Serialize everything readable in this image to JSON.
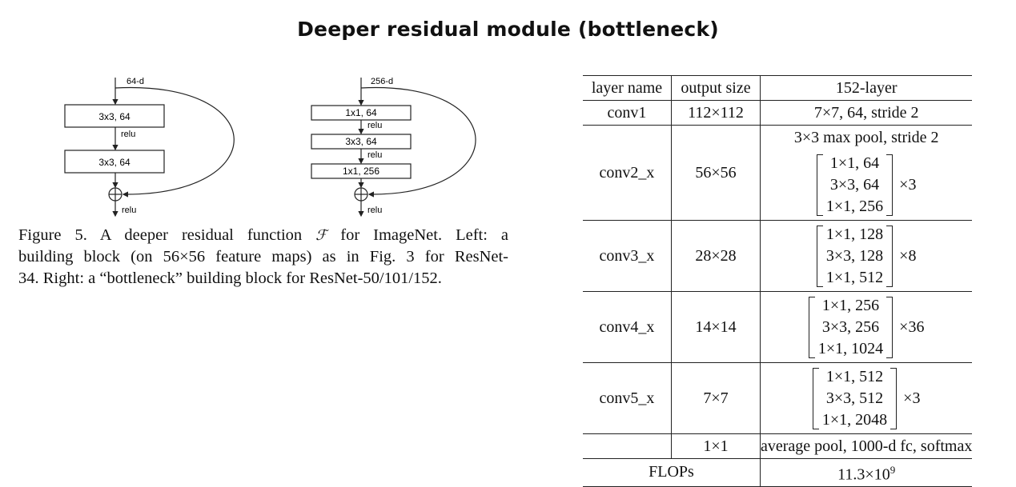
{
  "title": "Deeper residual module (bottleneck)",
  "left_block": {
    "input_label": "64-d",
    "layers": [
      "3x3, 64",
      "3x3, 64"
    ],
    "relu_label": "relu"
  },
  "right_block": {
    "input_label": "256-d",
    "layers": [
      "1x1, 64",
      "3x3, 64",
      "1x1, 256"
    ],
    "relu_label": "relu"
  },
  "caption": {
    "line1_a": "Figure 5. A deeper residual function",
    "line1_f": "ℱ",
    "line1_b": "for ImageNet.  Left: a",
    "line2": "building block (on 56×56 feature maps) as in Fig. 3 for ResNet-",
    "line3": "34. Right: a “bottleneck” building block for ResNet-50/101/152."
  },
  "table": {
    "headers": [
      "layer name",
      "output size",
      "152-layer"
    ],
    "conv1": {
      "name": "conv1",
      "size": "112×112",
      "desc": "7×7, 64, stride 2"
    },
    "pool_desc": "3×3 max pool, stride 2",
    "conv2": {
      "name": "conv2_x",
      "size": "56×56",
      "b1": "1×1, 64",
      "b2": "3×3, 64",
      "b3": "1×1, 256",
      "mult": "×3"
    },
    "conv3": {
      "name": "conv3_x",
      "size": "28×28",
      "b1": "1×1, 128",
      "b2": "3×3, 128",
      "b3": "1×1, 512",
      "mult": "×8"
    },
    "conv4": {
      "name": "conv4_x",
      "size": "14×14",
      "b1": "1×1, 256",
      "b2": "3×3, 256",
      "b3": "1×1, 1024",
      "mult": "×36"
    },
    "conv5": {
      "name": "conv5_x",
      "size": "7×7",
      "b1": "1×1, 512",
      "b2": "3×3, 512",
      "b3": "1×1, 2048",
      "mult": "×3"
    },
    "final": {
      "size": "1×1",
      "desc": "average pool, 1000-d fc, softmax"
    },
    "flops": {
      "label": "FLOPs",
      "value_base": "11.3×10",
      "value_exp": "9"
    }
  }
}
